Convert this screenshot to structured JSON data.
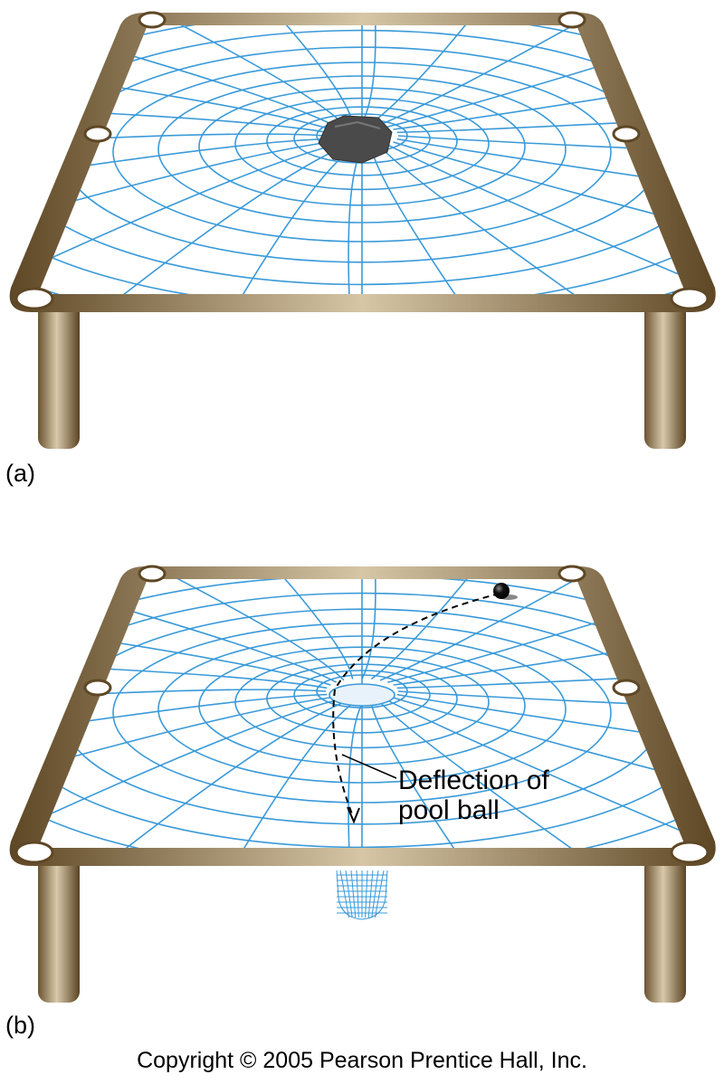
{
  "panels": [
    {
      "label": "(a)",
      "object": "rock",
      "description_shown": false
    },
    {
      "label": "(b)",
      "object": "well"
    }
  ],
  "annotation": {
    "line1": "Deflection of",
    "line2": "pool ball"
  },
  "copyright": "Copyright © 2005 Pearson Prentice Hall, Inc.",
  "colors": {
    "grid": "#3a9ad9",
    "wood_dark": "#5e4725",
    "wood_light": "#d6c6a6",
    "rock": "#4a4a4a",
    "ball": "#111111"
  }
}
